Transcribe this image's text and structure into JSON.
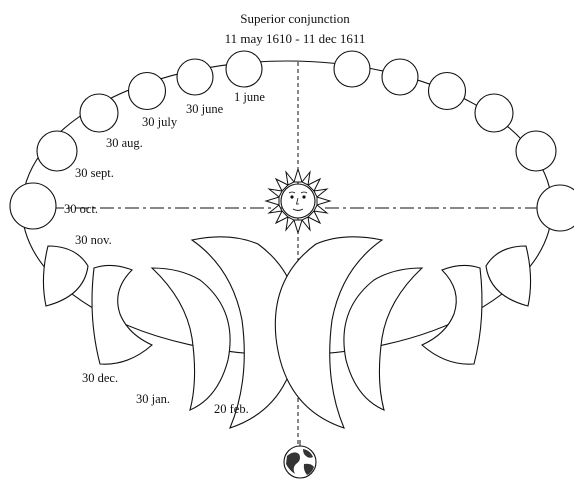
{
  "title": {
    "line1": "Superior conjunction",
    "line2": "11 may 1610 - 11 dec 1611"
  },
  "phase_labels": [
    {
      "id": "jun1",
      "text": "1 june"
    },
    {
      "id": "jun30",
      "text": "30 june"
    },
    {
      "id": "jul30",
      "text": "30 july"
    },
    {
      "id": "aug30",
      "text": "30 aug."
    },
    {
      "id": "sep30",
      "text": "30 sept."
    },
    {
      "id": "oct30",
      "text": "30 oct."
    },
    {
      "id": "nov30",
      "text": "30 nov."
    },
    {
      "id": "dec30",
      "text": "30 dec."
    },
    {
      "id": "jan30",
      "text": "30 jan."
    },
    {
      "id": "feb20",
      "text": "20 feb."
    }
  ],
  "icons": {
    "sun": "sun-face-icon",
    "earth": "earth-globe-icon"
  },
  "colors": {
    "ink": "#111111",
    "background": "#ffffff"
  }
}
